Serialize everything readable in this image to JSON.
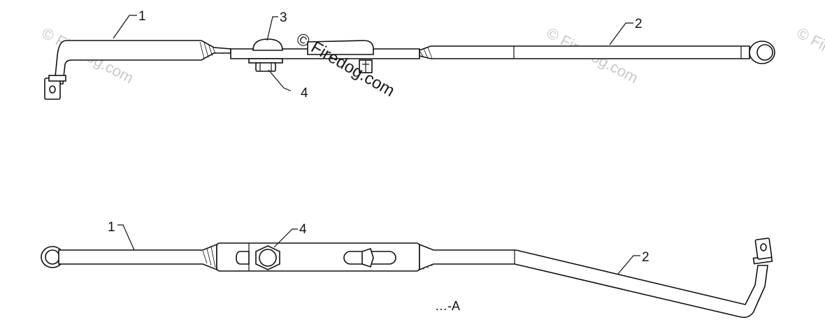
{
  "diagram": {
    "callouts_top": [
      "1",
      "2",
      "3",
      "4"
    ],
    "callouts_bottom": [
      "1",
      "2",
      "4"
    ],
    "watermark_main": "© Firedog.com",
    "watermark_faint": "© Firedog.com",
    "drawing_code": "…-A"
  }
}
